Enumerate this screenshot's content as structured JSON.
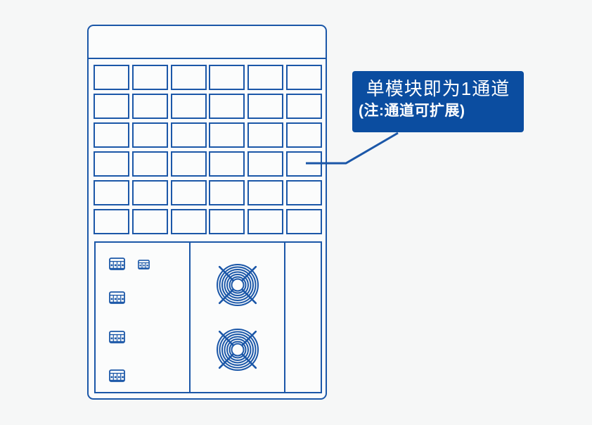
{
  "callout": {
    "line1": "单模块即为1通道",
    "line2": "(注:通道可扩展)"
  },
  "device": {
    "module_grid": {
      "rows": 6,
      "columns": 6,
      "total_modules": 36
    },
    "bottom_sections": {
      "terminal_blocks_count": 5,
      "fans_count": 2
    },
    "icons": [
      "terminal-block-icon",
      "fan-grille-icon"
    ]
  },
  "colors": {
    "accent": "#0b4da0",
    "outline": "#1b57a8",
    "background": "#f6f7f7",
    "chassis_fill": "#fbfcfc",
    "callout_text": "#ffffff"
  }
}
